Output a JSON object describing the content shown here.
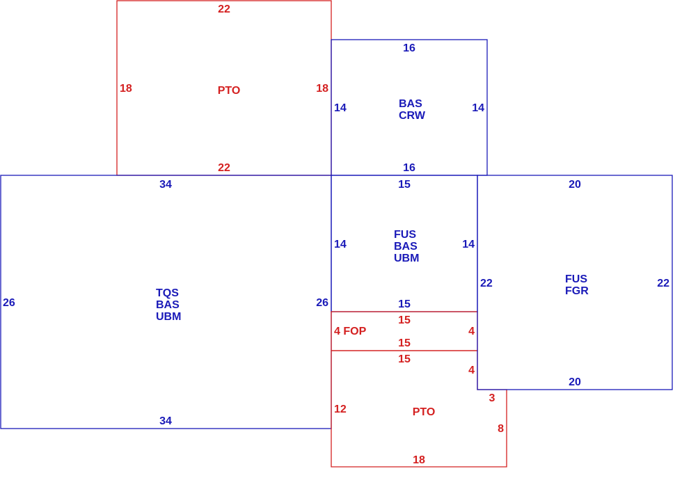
{
  "colors": {
    "blue": "#1a1ab8",
    "red": "#d42020"
  },
  "areas": {
    "pto_top": {
      "label": "PTO",
      "top": "22",
      "bottom": "22",
      "left": "18",
      "right": "18"
    },
    "bas_crw": {
      "label_1": "BAS",
      "label_2": "CRW",
      "top": "16",
      "bottom": "16",
      "left": "14",
      "right": "14"
    },
    "tqs": {
      "label_1": "TQS",
      "label_2": "BAS",
      "label_3": "UBM",
      "top": "34",
      "bottom": "34",
      "left": "26",
      "right": "26"
    },
    "fus_bas_ubm": {
      "label_1": "FUS",
      "label_2": "BAS",
      "label_3": "UBM",
      "top": "15",
      "bottom": "15",
      "left": "14",
      "right": "14"
    },
    "fus_fgr": {
      "label_1": "FUS",
      "label_2": "FGR",
      "top": "20",
      "bottom": "20",
      "left": "22",
      "right": "22"
    },
    "fop": {
      "label": "4 FOP",
      "top": "15",
      "bottom": "15",
      "right": "4"
    },
    "pto_bottom": {
      "label": "PTO",
      "top": "15",
      "left": "12",
      "right_upper": "4",
      "notch": "3",
      "right_lower": "8",
      "bottom": "18"
    }
  }
}
